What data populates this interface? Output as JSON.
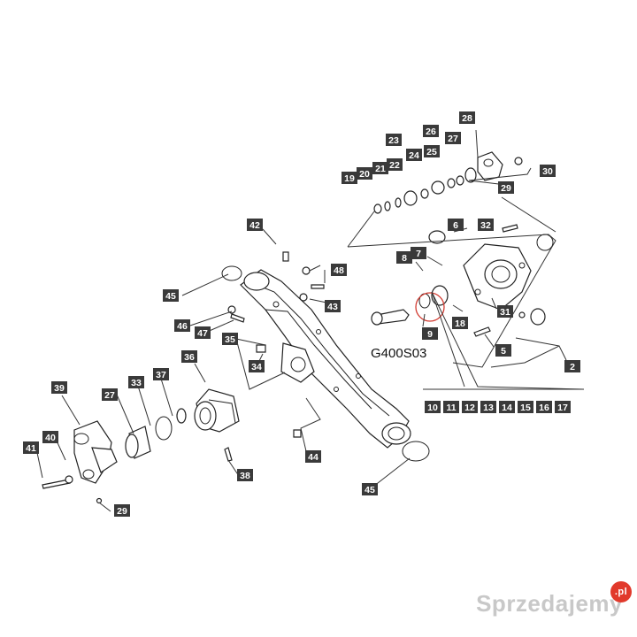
{
  "diagram": {
    "code": "G400S03",
    "labels": [
      "2",
      "5",
      "6",
      "7",
      "8",
      "9",
      "10",
      "11",
      "12",
      "13",
      "14",
      "15",
      "16",
      "17",
      "18",
      "19",
      "20",
      "21",
      "22",
      "23",
      "24",
      "25",
      "26",
      "27",
      "28",
      "29",
      "30",
      "31",
      "32",
      "33",
      "34",
      "35",
      "36",
      "37",
      "38",
      "39",
      "40",
      "41",
      "42",
      "43",
      "44",
      "45",
      "46",
      "47",
      "48"
    ]
  },
  "watermark": {
    "text": "Sprzedajemy",
    "badge": ".pl"
  }
}
